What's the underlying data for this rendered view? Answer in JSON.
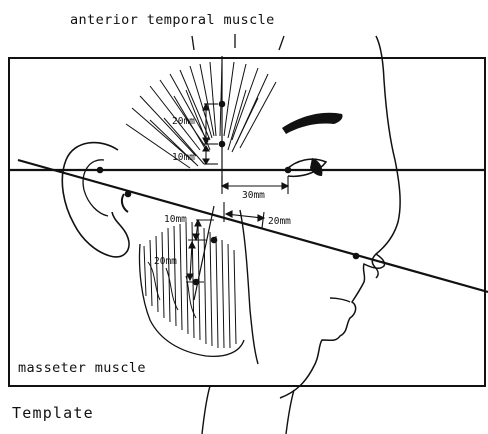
{
  "labels": {
    "top": "anterior temporal muscle",
    "bottom": "masseter muscle",
    "caption": "Template"
  },
  "measurements": {
    "temporal_upper": "20mm",
    "temporal_lower": "10mm",
    "horizontal_eye": "30mm",
    "masseter_offset": "20mm",
    "masseter_upper": "10mm",
    "masseter_lower": "20mm"
  },
  "colors": {
    "ink": "#111111",
    "background": "#ffffff"
  }
}
